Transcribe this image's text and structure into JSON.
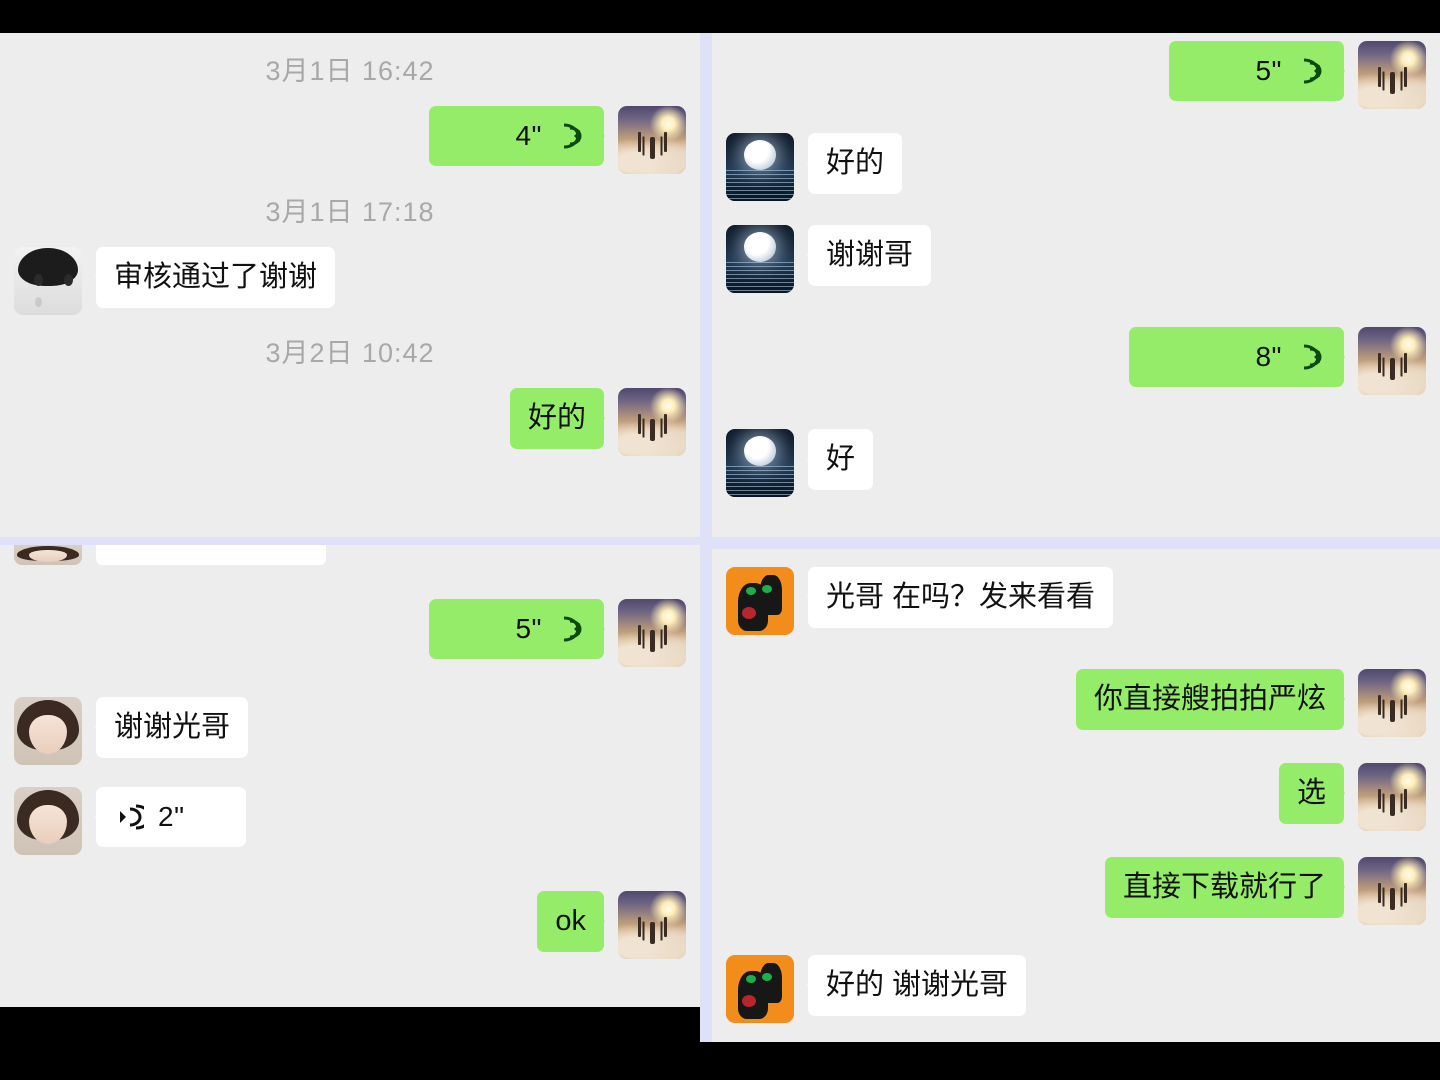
{
  "meta": {
    "app": "WeChat",
    "colors": {
      "outgoing_bubble": "#95ec69",
      "incoming_bubble": "#ffffff",
      "chat_background": "#ededed",
      "seam": "#dee1f8",
      "letterbox": "#000000",
      "timestamp_text": "#a8a8a8"
    }
  },
  "panels": {
    "top_left": {
      "name": "chat-panel-top-left",
      "messages": [
        {
          "type": "date",
          "text": "3月1日 16:42"
        },
        {
          "type": "voice",
          "side": "out",
          "duration": "4\"",
          "avatar": "sky-sunrise-avatar"
        },
        {
          "type": "date",
          "text": "3月1日 17:18"
        },
        {
          "type": "text",
          "side": "in",
          "text": "审核通过了谢谢",
          "avatar": "anime-monochrome-avatar"
        },
        {
          "type": "date",
          "text": "3月2日 10:42"
        },
        {
          "type": "text",
          "side": "out",
          "text": "好的",
          "avatar": "sky-sunrise-avatar"
        }
      ]
    },
    "top_right": {
      "name": "chat-panel-top-right",
      "messages": [
        {
          "type": "voice",
          "side": "out",
          "duration": "5\"",
          "avatar": "sky-sunrise-avatar"
        },
        {
          "type": "text",
          "side": "in",
          "text": "好的",
          "avatar": "moon-over-water-avatar"
        },
        {
          "type": "text",
          "side": "in",
          "text": "谢谢哥",
          "avatar": "moon-over-water-avatar"
        },
        {
          "type": "voice",
          "side": "out",
          "duration": "8\"",
          "avatar": "sky-sunrise-avatar"
        },
        {
          "type": "text",
          "side": "in",
          "text": "好",
          "avatar": "moon-over-water-avatar"
        }
      ]
    },
    "bottom_left": {
      "name": "chat-panel-bottom-left",
      "messages": [
        {
          "type": "cropped",
          "side": "in",
          "text": "",
          "avatar": "girl-photo-avatar"
        },
        {
          "type": "voice",
          "side": "out",
          "duration": "5\"",
          "avatar": "sky-sunrise-avatar"
        },
        {
          "type": "text",
          "side": "in",
          "text": "谢谢光哥",
          "avatar": "girl-photo-avatar"
        },
        {
          "type": "voice",
          "side": "in",
          "duration": "2\"",
          "avatar": "girl-photo-avatar"
        },
        {
          "type": "text",
          "side": "out",
          "text": "ok",
          "avatar": "sky-sunrise-avatar"
        }
      ]
    },
    "bottom_right": {
      "name": "chat-panel-bottom-right",
      "messages": [
        {
          "type": "text",
          "side": "in",
          "text": "光哥 在吗？发来看看",
          "avatar": "orange-cat-avatar"
        },
        {
          "type": "text",
          "side": "out",
          "text": "你直接艘拍拍严炫",
          "avatar": "sky-sunrise-avatar"
        },
        {
          "type": "text",
          "side": "out",
          "text": "选",
          "avatar": "sky-sunrise-avatar"
        },
        {
          "type": "text",
          "side": "out",
          "text": "直接下载就行了",
          "avatar": "sky-sunrise-avatar"
        },
        {
          "type": "text",
          "side": "in",
          "text": "好的 谢谢光哥",
          "avatar": "orange-cat-avatar"
        }
      ]
    }
  }
}
